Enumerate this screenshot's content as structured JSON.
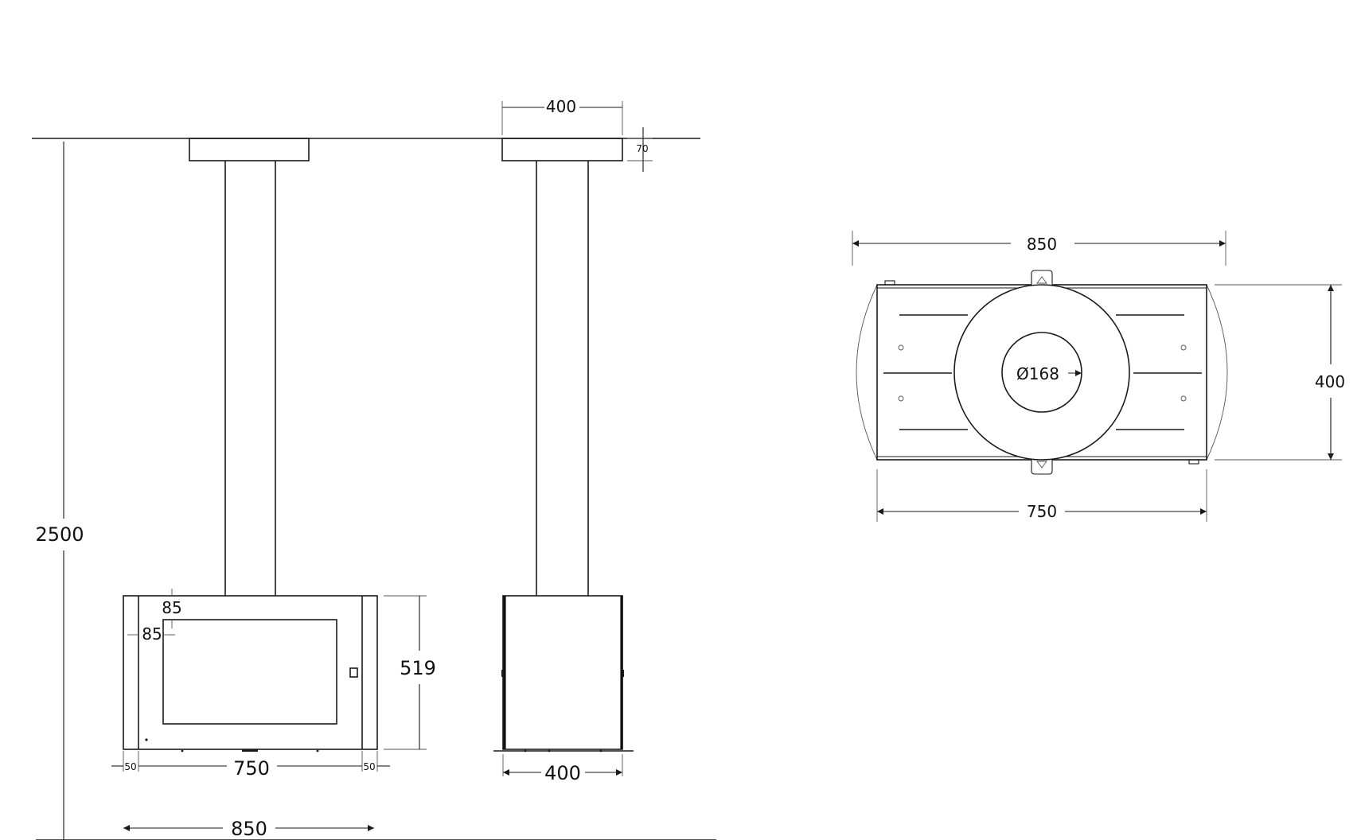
{
  "dimensions": {
    "height_total": "2500",
    "top_plate_width": "400",
    "top_plate_height": "70",
    "body_height": "519",
    "front_body_width": "750",
    "front_side_left": "50",
    "front_side_right": "50",
    "overall_width": "850",
    "side_depth": "400",
    "glass_offset_top": "85",
    "glass_offset_left": "85",
    "plan_width_overall": "850",
    "plan_width_body": "750",
    "plan_depth": "400",
    "flue_diameter": "Ø168"
  },
  "colors": {
    "line": "#1a1a1a",
    "background": "#ffffff"
  }
}
